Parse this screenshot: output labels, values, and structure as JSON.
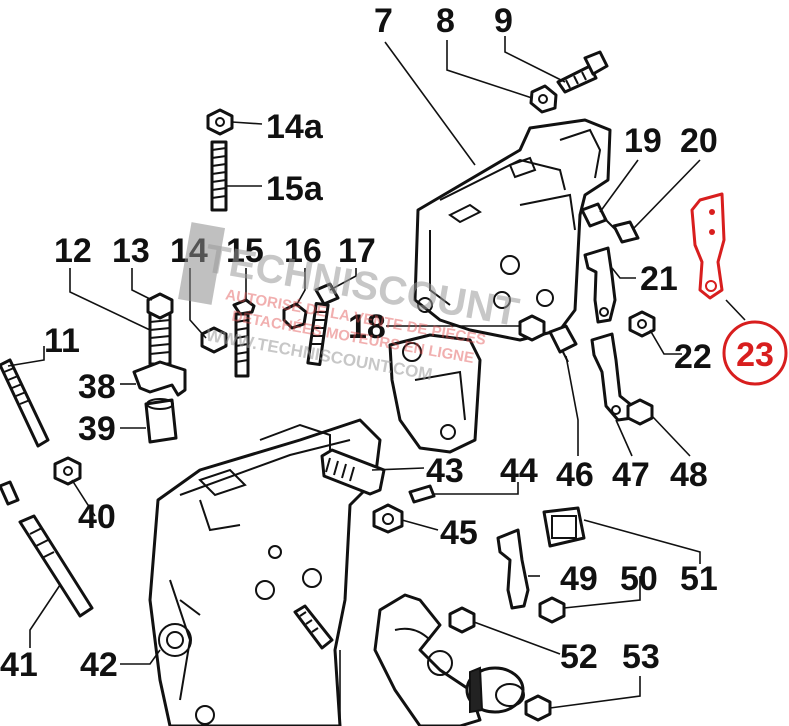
{
  "labels": {
    "n7": "7",
    "n8": "8",
    "n9": "9",
    "n14a": "14a",
    "n15a": "15a",
    "n19": "19",
    "n20": "20",
    "n12": "12",
    "n13": "13",
    "n14": "14",
    "n15": "15",
    "n16": "16",
    "n17": "17",
    "n21": "21",
    "n11": "11",
    "n18": "18",
    "n22": "22",
    "n23": "23",
    "n38": "38",
    "n39": "39",
    "n40": "40",
    "n43": "43",
    "n44": "44",
    "n46": "46",
    "n47": "47",
    "n48": "48",
    "n45": "45",
    "n49": "49",
    "n50": "50",
    "n51": "51",
    "n41": "41",
    "n42": "42",
    "n52": "52",
    "n53": "53"
  },
  "watermark": {
    "brand": "TECHNISCOUNT",
    "tagline1": "AUTORISÉ DE LA VENTE DE PIÈCES",
    "tagline2": "DÉTACHÉES MOTEURS EN LIGNE",
    "url": "WWW.TECHNISCOUNT.COM"
  },
  "colors": {
    "ink": "#111111",
    "highlight": "#d81e1e",
    "watermark_gray": "#9a9a9a",
    "watermark_red": "#e15050"
  }
}
